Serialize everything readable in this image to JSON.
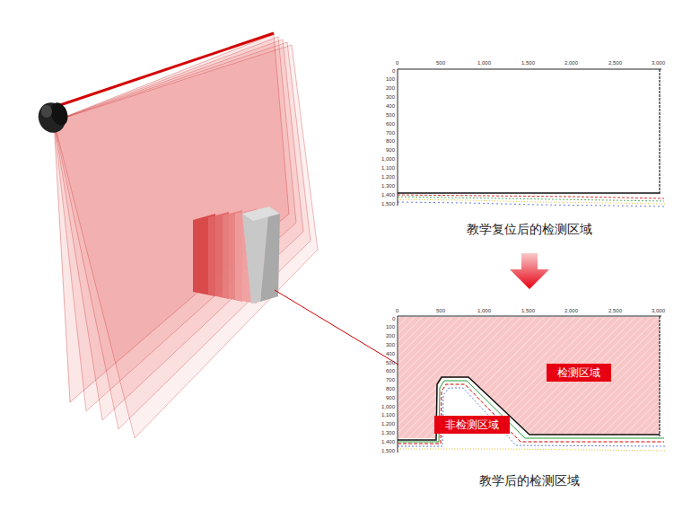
{
  "diagram": {
    "nodes": [
      {
        "text": [
          "检测区域"
        ]
      },
      {
        "text": [
          "非检测区域"
        ]
      }
    ],
    "labels": [
      "0",
      "500",
      "1,000",
      "1,500",
      "2,000",
      "2,500",
      "3,000",
      "0",
      "100",
      "200",
      "300",
      "400",
      "500",
      "600",
      "700",
      "800",
      "900",
      "1,000",
      "1,100",
      "1,200",
      "1,300",
      "1,400",
      "1,500",
      "教学复位后的检测区域",
      "0",
      "500",
      "1,000",
      "1,500",
      "2,000",
      "2,500",
      "3,000",
      "0",
      "100",
      "200",
      "300",
      "400",
      "500",
      "600",
      "700",
      "800",
      "900",
      "1,000",
      "1,100",
      "1,200",
      "1,300",
      "1,400",
      "1,500",
      "教学后的检测区域"
    ]
  }
}
